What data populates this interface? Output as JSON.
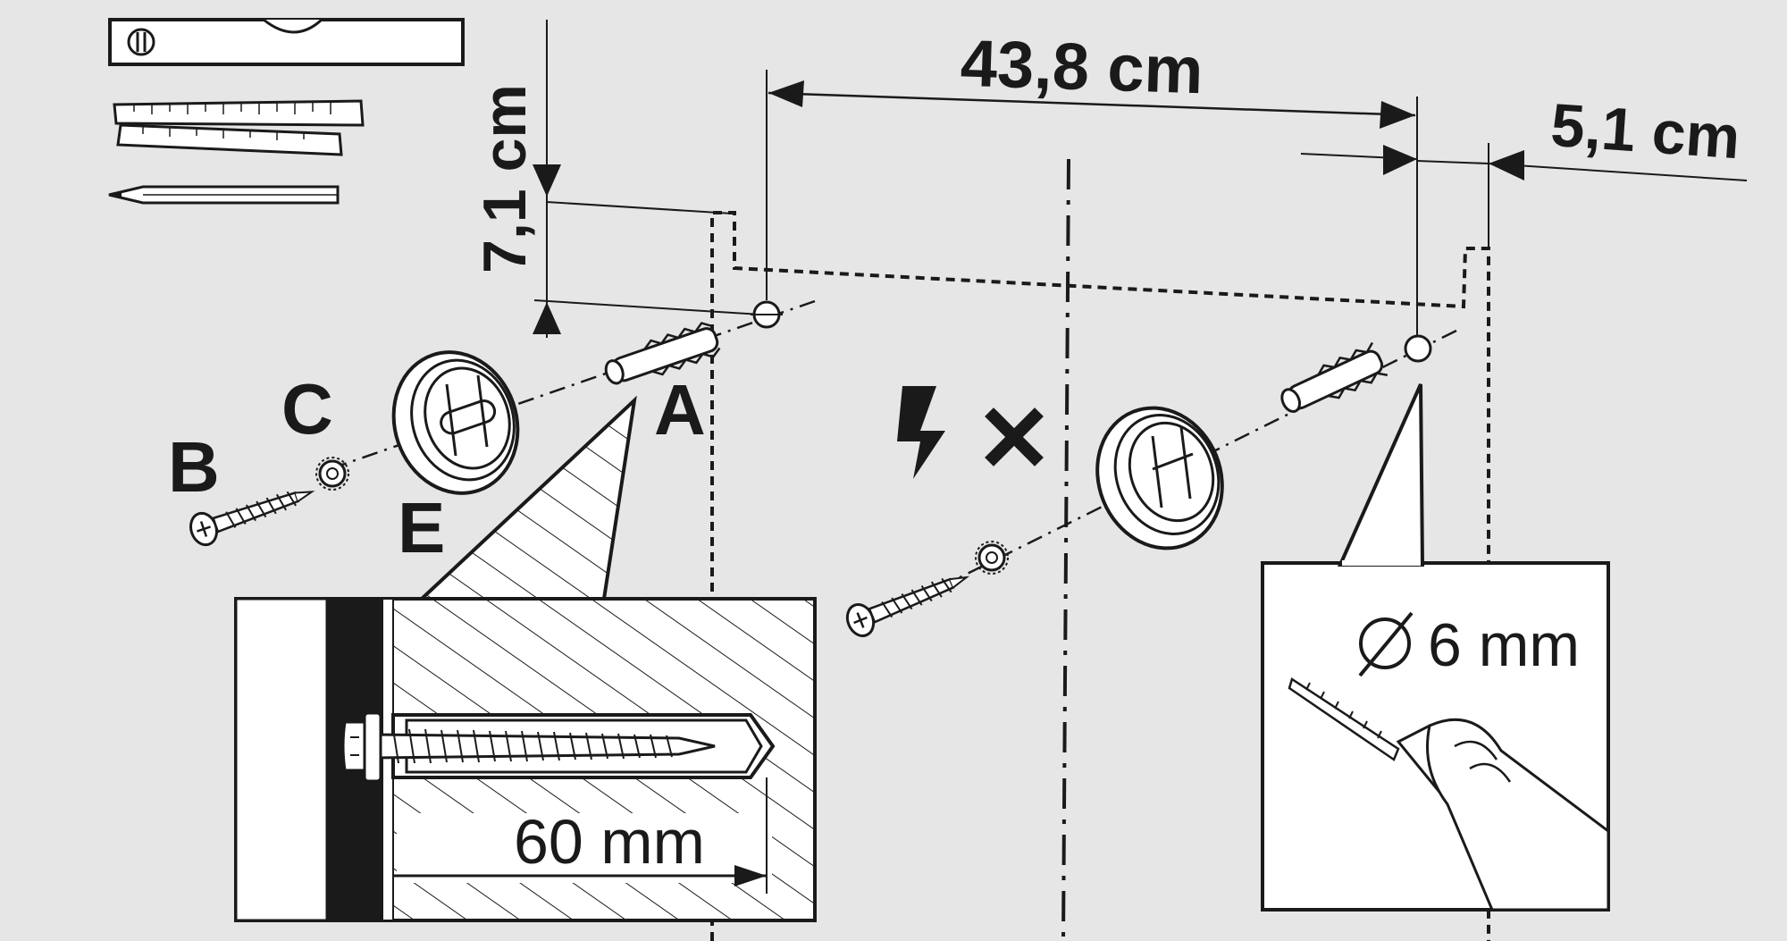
{
  "dimensions": {
    "hole_spacing": "43,8 cm",
    "vertical_offset": "7,1 cm",
    "edge_offset": "5,1 cm",
    "drill_diameter": "6 mm",
    "drill_depth": "60 mm"
  },
  "parts": {
    "dowel": "A",
    "screw": "B",
    "washer": "C",
    "cap": "E"
  },
  "warnings": {
    "no_electric_cables": "hazard-lightning-icon"
  },
  "tools": [
    "spirit-level-icon",
    "folding-ruler-icon",
    "pencil-icon"
  ],
  "colors": {
    "background": "#e6e6e6",
    "ink": "#1a1a1a",
    "panel": "#ffffff"
  }
}
